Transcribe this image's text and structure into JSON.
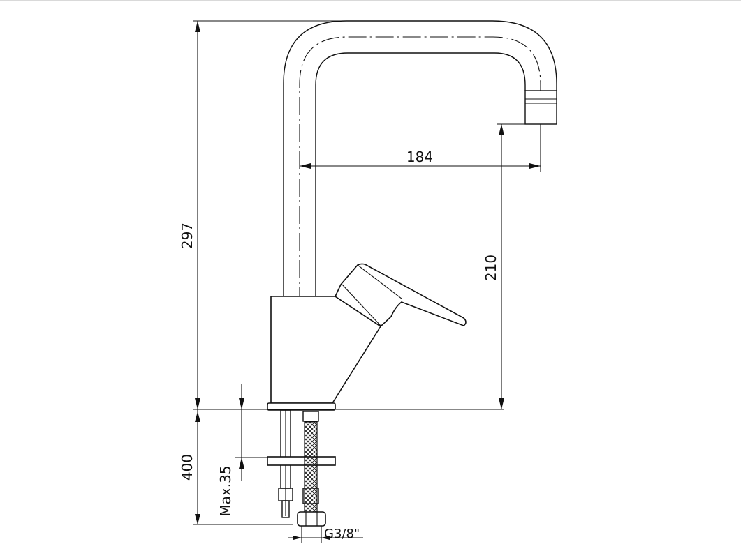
{
  "dimensions": {
    "height_total": "297",
    "spout_reach": "184",
    "spout_height": "210",
    "hose_length": "400",
    "max_thickness": "Max.35",
    "connection_thread": "G3/8\""
  },
  "colors": {
    "line": "#111111",
    "background": "#ffffff",
    "top_border": "#d9d9d9"
  }
}
